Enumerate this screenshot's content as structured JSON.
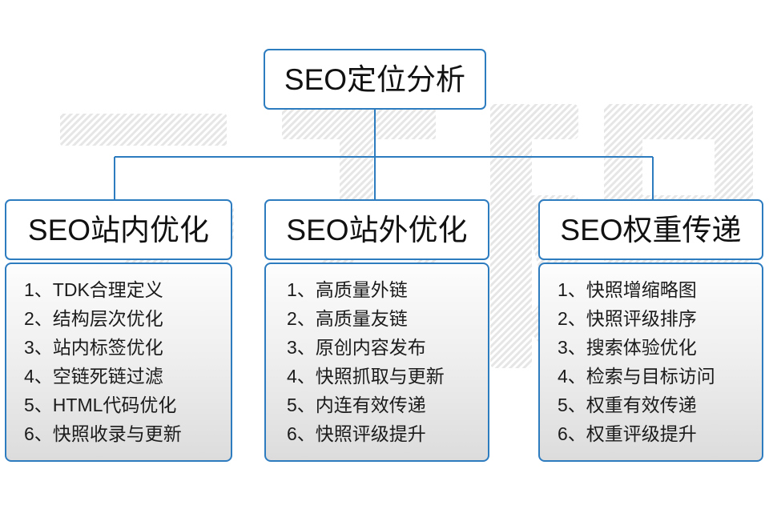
{
  "diagram": {
    "root": {
      "title": "SEO定位分析"
    },
    "watermark_text": "云无限",
    "colors": {
      "border_blue": "#2e7cc0",
      "text_dark": "#111111",
      "body_gradient_top": "#fdfdfd",
      "body_gradient_bottom": "#dcdcdc",
      "watermark_gray": "#e9e9e9",
      "page_background": "#ffffff"
    },
    "columns": [
      {
        "title": "SEO站内优化",
        "items": [
          {
            "index": "1、",
            "label": "TDK合理定义"
          },
          {
            "index": "2、",
            "label": "结构层次优化"
          },
          {
            "index": "3、",
            "label": "站内标签优化"
          },
          {
            "index": "4、",
            "label": "空链死链过滤"
          },
          {
            "index": "5、",
            "label": "HTML代码优化"
          },
          {
            "index": "6、",
            "label": "快照收录与更新"
          }
        ]
      },
      {
        "title": "SEO站外优化",
        "items": [
          {
            "index": "1、",
            "label": "高质量外链"
          },
          {
            "index": "2、",
            "label": "高质量友链"
          },
          {
            "index": "3、",
            "label": "原创内容发布"
          },
          {
            "index": "4、",
            "label": "快照抓取与更新"
          },
          {
            "index": "5、",
            "label": "内连有效传递"
          },
          {
            "index": "6、",
            "label": "快照评级提升"
          }
        ]
      },
      {
        "title": "SEO权重传递",
        "items": [
          {
            "index": "1、",
            "label": "快照增缩略图"
          },
          {
            "index": "2、",
            "label": "快照评级排序"
          },
          {
            "index": "3、",
            "label": "搜索体验优化"
          },
          {
            "index": "4、",
            "label": "检索与目标访问"
          },
          {
            "index": "5、",
            "label": "权重有效传递"
          },
          {
            "index": "6、",
            "label": "权重评级提升"
          }
        ]
      }
    ]
  }
}
